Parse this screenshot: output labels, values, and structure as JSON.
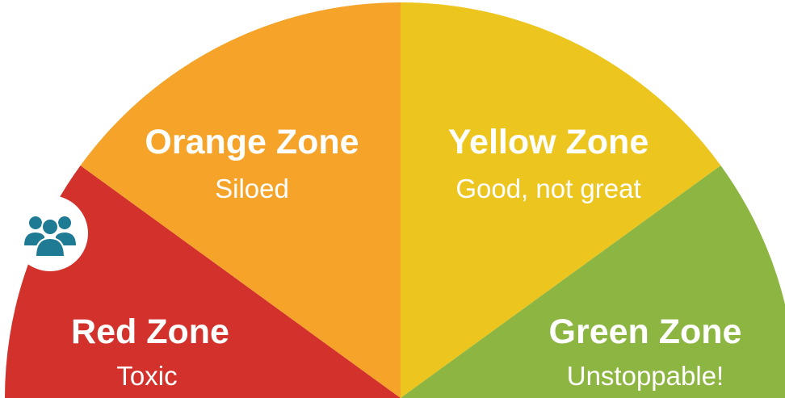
{
  "zones": [
    {
      "title": "Red Zone",
      "subtitle": "Toxic",
      "color": "#d3322c"
    },
    {
      "title": "Orange Zone",
      "subtitle": "Siloed",
      "color": "#f5a429"
    },
    {
      "title": "Yellow Zone",
      "subtitle": "Good, not great",
      "color": "#ecc61f"
    },
    {
      "title": "Green Zone",
      "subtitle": "Unstoppable!",
      "color": "#8db542"
    }
  ],
  "marker": {
    "icon": "team-icon",
    "color": "#1f7a93",
    "background": "#ffffff"
  }
}
